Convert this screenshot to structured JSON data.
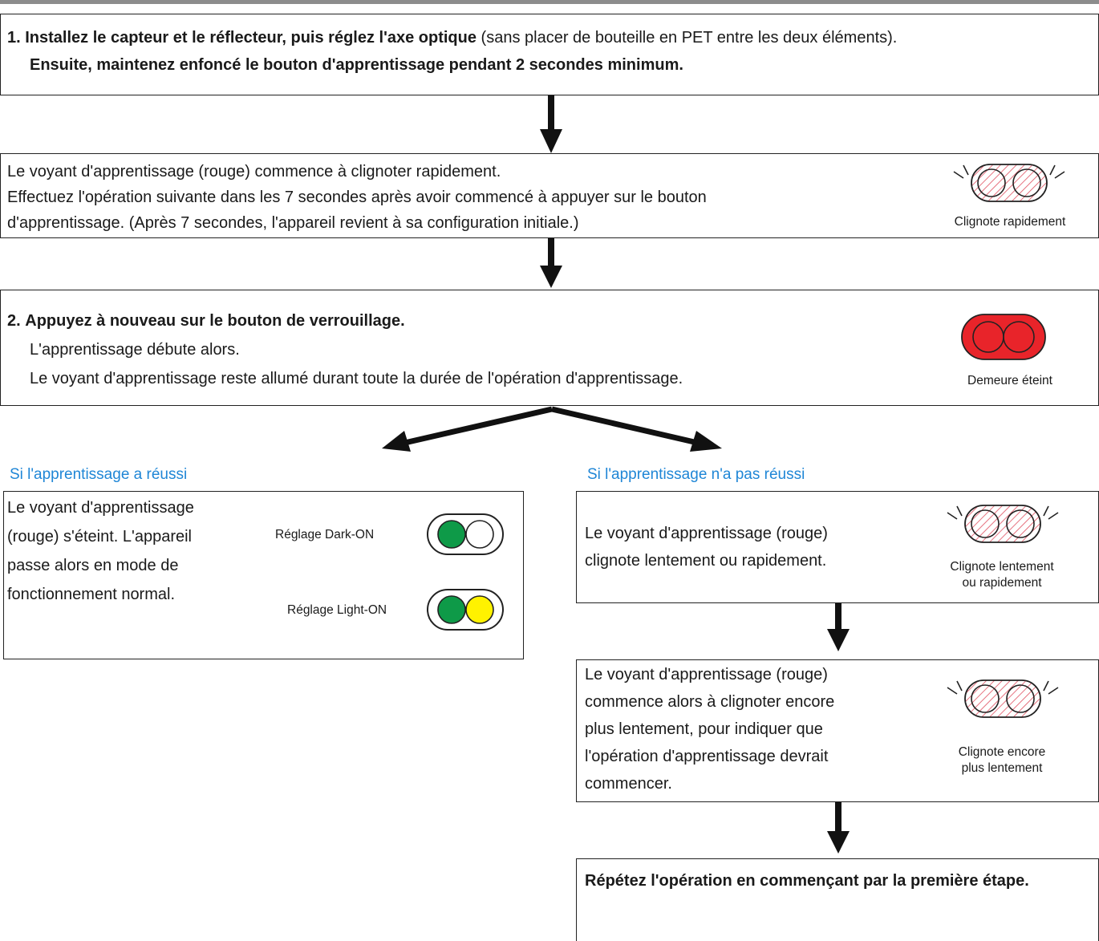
{
  "step1": {
    "num": "1.",
    "bold_text": "Installez le capteur et le réflecteur, puis réglez l'axe optique",
    "normal_text": " (sans placer de bouteille en PET entre les deux éléments).",
    "line2": "Ensuite, maintenez enfoncé le bouton d'apprentissage pendant 2 secondes minimum."
  },
  "step_blink": {
    "lines": [
      "Le voyant d'apprentissage (rouge) commence à clignoter rapidement.",
      "Effectuez l'opération suivante dans les 7 secondes après avoir commencé à appuyer sur le bouton",
      "d'apprentissage. (Après 7 secondes, l'appareil revient à sa configuration initiale.)"
    ],
    "indicator_caption": "Clignote rapidement"
  },
  "step2": {
    "num": "2.",
    "title": "Appuyez à nouveau sur le bouton de verrouillage.",
    "lines": [
      "L'apprentissage débute alors.",
      "Le voyant d'apprentissage reste allumé durant toute la durée de l'opération d'apprentissage."
    ],
    "indicator_caption": "Demeure éteint"
  },
  "success": {
    "heading": "Si l'apprentissage a réussi",
    "lines": [
      "Le voyant d'apprentissage",
      "(rouge) s'éteint. L'appareil",
      "passe alors en mode de",
      "fonctionnement normal."
    ],
    "dark_on_label": "Réglage  Dark-ON",
    "light_on_label": "Réglage Light-ON"
  },
  "failure": {
    "heading": "Si l'apprentissage n'a pas réussi",
    "box1_lines": [
      "Le voyant d'apprentissage (rouge)",
      "clignote lentement ou rapidement."
    ],
    "box1_caption": [
      "Clignote lentement",
      "ou rapidement"
    ],
    "box2_lines": [
      "Le voyant d'apprentissage (rouge)",
      "commence alors à clignoter encore",
      "plus lentement, pour indiquer que",
      "l'opération d'apprentissage devrait",
      "commencer."
    ],
    "box2_caption": [
      "Clignote encore",
      "plus lentement"
    ],
    "box3_text": "Répétez l'opération en commençant par la première étape."
  },
  "colors": {
    "heading_blue": "#1f86d6",
    "led_red": "#e8242a",
    "led_green": "#0e9a48",
    "led_yellow": "#fff200",
    "hatch_red": "#e05060"
  }
}
